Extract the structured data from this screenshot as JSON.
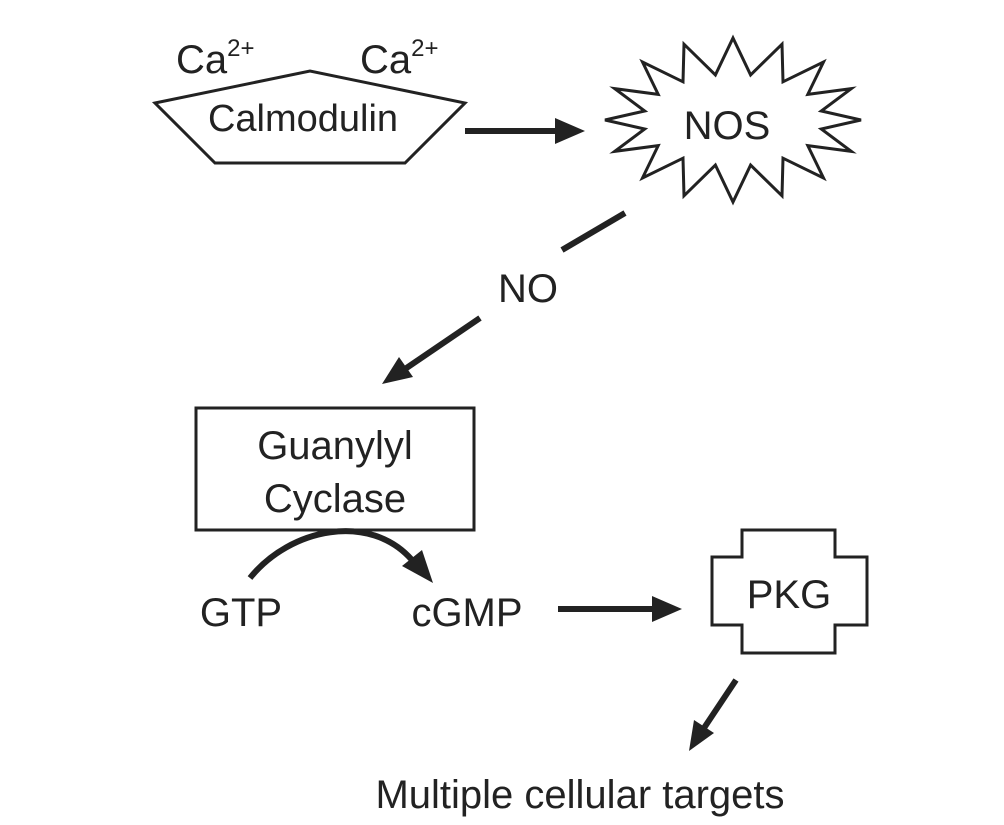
{
  "nodes": {
    "ca_left": {
      "base": "Ca",
      "superscript": "2+"
    },
    "ca_right": {
      "base": "Ca",
      "superscript": "2+"
    },
    "calmodulin": "Calmodulin",
    "nos": "NOS",
    "no": "NO",
    "guanylyl_cyclase_line1": "Guanylyl",
    "guanylyl_cyclase_line2": "Cyclase",
    "gtp": "GTP",
    "cgmp": "cGMP",
    "pkg": "PKG",
    "targets": "Multiple cellular targets"
  },
  "edges": [
    {
      "from": "Calmodulin",
      "to": "NOS"
    },
    {
      "from": "NOS",
      "to": "Guanylyl Cyclase",
      "label": "NO"
    },
    {
      "from": "GTP",
      "to": "cGMP",
      "via": "Guanylyl Cyclase"
    },
    {
      "from": "cGMP",
      "to": "PKG"
    },
    {
      "from": "PKG",
      "to": "Multiple cellular targets"
    }
  ]
}
